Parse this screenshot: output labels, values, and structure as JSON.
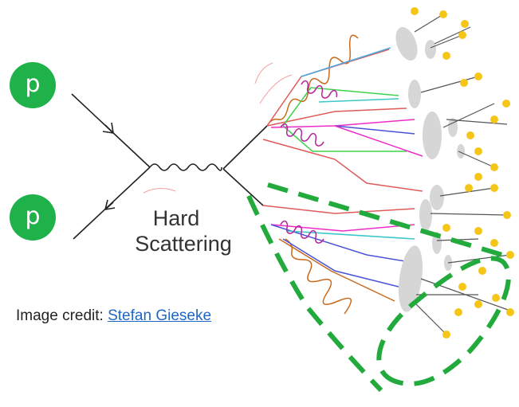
{
  "protons": [
    "p",
    "p"
  ],
  "hard_scattering": [
    "Hard",
    "Scattering"
  ],
  "credit": {
    "prefix": "Image credit: ",
    "author": "Stefan Gieseke"
  },
  "colors": {
    "proton_fill": "#1fb24a",
    "highlight_dash": "#22aa3c",
    "hadron_blob": "#d0d0d0",
    "final_particle": "#f5c518",
    "credit_link": "#1f66c4"
  },
  "icons": [
    "gluon-coil",
    "photon-wave",
    "quark-line",
    "hadron-blob",
    "final-state-particle"
  ]
}
